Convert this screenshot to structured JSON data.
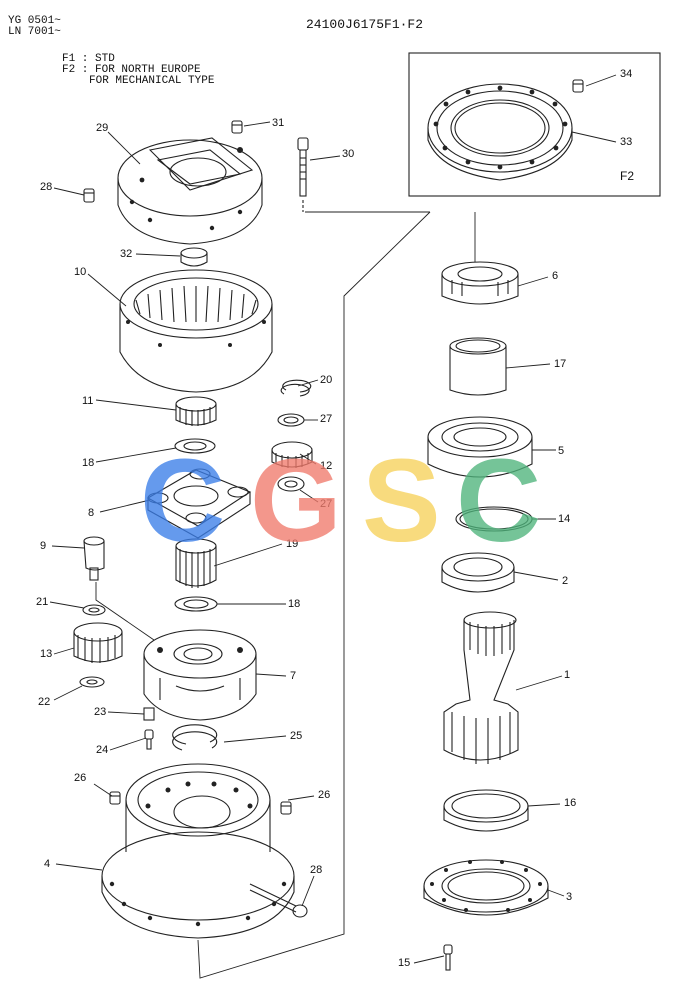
{
  "header": {
    "model_line1": "YG 0501~",
    "model_line2": "LN 7001~",
    "part_code": "24100J6175F1·F2"
  },
  "notes": {
    "f1": "F1 : STD",
    "f2_line1": "F2 : FOR  NORTH EUROPE",
    "f2_line2": "FOR MECHANICAL TYPE"
  },
  "inset": {
    "label": "F2"
  },
  "watermark": {
    "letters": [
      "C",
      "G",
      "S",
      "C"
    ],
    "colors": [
      "#3b7ee8",
      "#f07a6c",
      "#f7d25a",
      "#4fb47c"
    ]
  },
  "callouts": [
    "34",
    "33",
    "31",
    "30",
    "29",
    "28",
    "32",
    "10",
    "6",
    "17",
    "20",
    "27",
    "11",
    "12",
    "18",
    "5",
    "8",
    "27",
    "14",
    "9",
    "19",
    "18",
    "2",
    "21",
    "13",
    "7",
    "1",
    "22",
    "23",
    "25",
    "24",
    "26",
    "26",
    "16",
    "4",
    "28",
    "3",
    "15"
  ]
}
